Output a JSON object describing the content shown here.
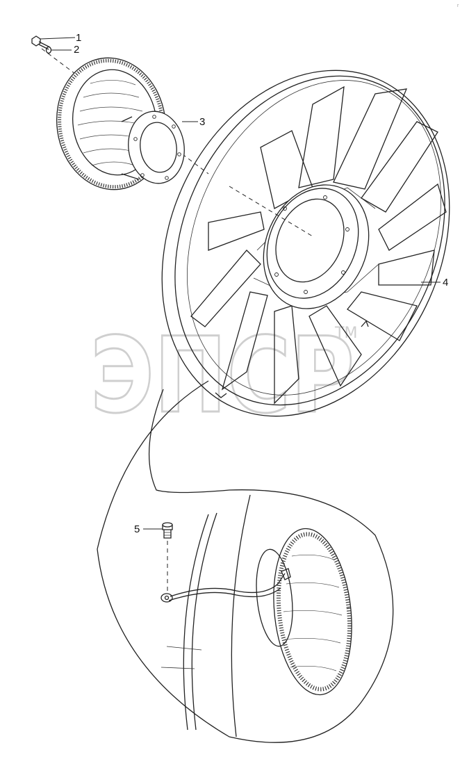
{
  "callouts": [
    {
      "id": "1",
      "label": "1"
    },
    {
      "id": "2",
      "label": "2"
    },
    {
      "id": "3",
      "label": "3"
    },
    {
      "id": "4",
      "label": "4"
    },
    {
      "id": "5",
      "label": "5"
    }
  ],
  "watermark": {
    "text": "ЭПСР",
    "mark": "TM"
  },
  "corner_mark": "r"
}
